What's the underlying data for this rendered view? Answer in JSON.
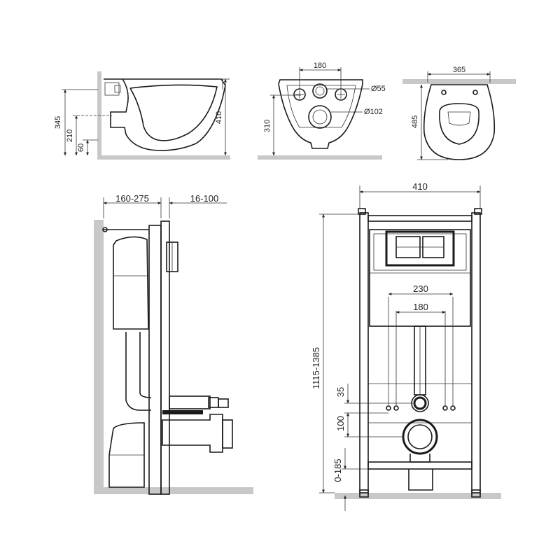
{
  "toilet_side": {
    "h1": "345",
    "h2": "210",
    "h3": "60",
    "h4": "410"
  },
  "toilet_back": {
    "w": "180",
    "h": "310",
    "d1": "Ø55",
    "d2": "Ø102"
  },
  "toilet_top": {
    "w": "365",
    "h": "485"
  },
  "frame_side": {
    "d1": "160-275",
    "d2": "16-100"
  },
  "frame_front": {
    "w": "410",
    "w2": "230",
    "w3": "180",
    "h": "1115-1385",
    "v1": "35",
    "v2": "100",
    "v3": "0-185"
  },
  "colors": {
    "line": "#1a1a1a",
    "floor": "#c8c8c8"
  }
}
